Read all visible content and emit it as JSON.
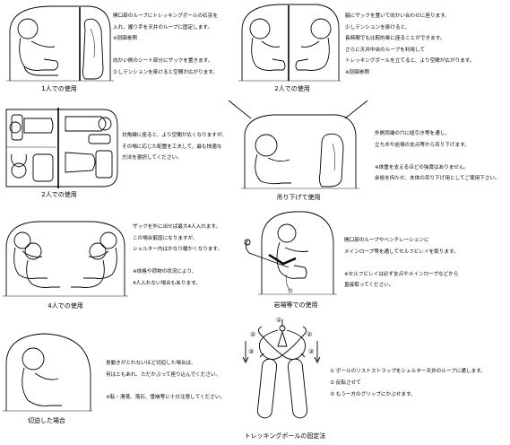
{
  "sections": [
    {
      "id": "one-person",
      "caption": "1人での使用",
      "lines": [
        "開口部のループにトレッキングポールの石突を",
        "入れ、握り手を天井のループに固定します。",
        "※別図参照",
        "",
        "向かい側のシート部分にザックを置きます。",
        "少しテンションを掛けると空間が広がります。"
      ]
    },
    {
      "id": "two-person-a",
      "caption": "2人での使用",
      "lines": [
        "脇にザックを置いて向かい合わせに座ります。",
        "少しテンションを掛けると、",
        "長時間でも比較的楽に座ることができます。",
        "さらに天井中央のループを利用して",
        "トレッキングポールを立てると、より空間が広がります。",
        "※別図参照"
      ]
    },
    {
      "id": "two-person-b",
      "caption": "2人での使用",
      "lines": [
        "対角線に座ると、より空間が広くなりますが、",
        "その場に応じた配置を工夫して、最も快適な",
        "方法を選択してください。"
      ]
    },
    {
      "id": "hanging",
      "caption": "吊り下げて使用",
      "lines": [
        "外側両端の穴に紐引き等を通し、",
        "立ち木や岩場の支点等から吊り下げます。",
        "",
        "※体重を支えるほどの強度はありません。",
        "余裕を持たせ、本体の吊り下げ用としてご使用下さい。"
      ]
    },
    {
      "id": "four-person",
      "caption": "4人での使用",
      "lines": [
        "ザックを外に出せば最大4人入れます。",
        "この場合窮屈になりますが、",
        "シェルター内はかなり暖かくなります。",
        "",
        "※体格や荷物の状況により、",
        "4人入れない場合もあります。"
      ]
    },
    {
      "id": "rock",
      "caption": "岩場等での使用",
      "lines": [
        "開口部のループやベンチレーションに",
        "メインロープ等を通してセルフビレイを取ります。",
        "",
        "※セルフビレイは必ず支点やメインロープなどから",
        "直接取ってください。"
      ]
    },
    {
      "id": "urgent",
      "caption": "切迫した場合",
      "lines": [
        "身動きがとれないほど切迫した場合は、",
        "何はともあれ、ただかぶって座り込んでください。",
        "",
        "※転・滑落、落石、雪崩等に十分注意してください。"
      ]
    },
    {
      "id": "pole",
      "caption": "トレッキングポールの固定法",
      "markers": [
        "①",
        "②",
        "③",
        "②",
        "③"
      ],
      "steps": [
        "① ポールのリストストラップをシェルター天井のループに通します。",
        "② 反転させて",
        "③ もう一方のグリップにかぶせます。"
      ]
    }
  ]
}
